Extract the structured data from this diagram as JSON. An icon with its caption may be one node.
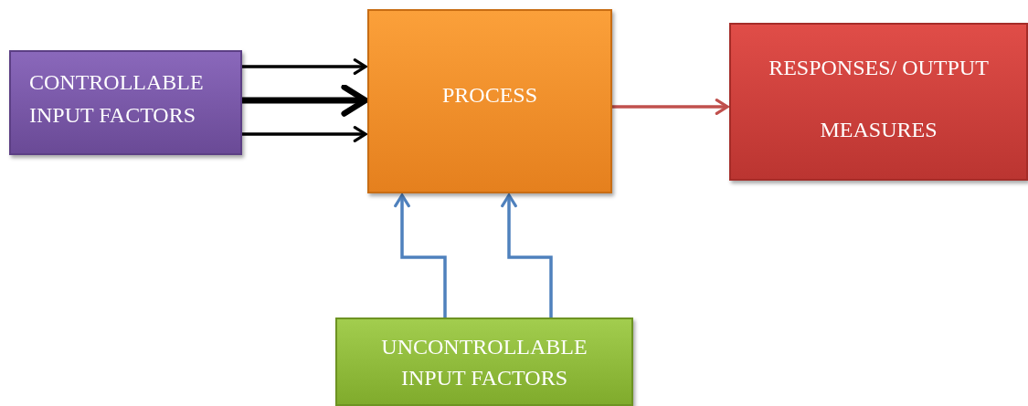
{
  "diagram": {
    "nodes": [
      {
        "text": [
          "CONTROLLABLE INPUT FACTORS"
        ]
      },
      {
        "text": [
          "PROCESS"
        ]
      },
      {
        "text": [
          "RESPONSES/ OUTPUT MEASURES"
        ]
      },
      {
        "text": [
          "UNCONTROLLABLE INPUT FACTORS"
        ]
      }
    ],
    "edges": [
      {
        "from": 0,
        "to": 1,
        "arrow": "to"
      },
      {
        "from": 0,
        "to": 1,
        "arrow": "to",
        "style": "thick"
      },
      {
        "from": 0,
        "to": 1,
        "arrow": "to"
      },
      {
        "from": 1,
        "to": 2,
        "arrow": "to",
        "color": "#c0504d"
      },
      {
        "from": 3,
        "to": 1,
        "arrow": "to",
        "color": "#4f81bd"
      },
      {
        "from": 3,
        "to": 1,
        "arrow": "to",
        "color": "#4f81bd"
      }
    ]
  }
}
